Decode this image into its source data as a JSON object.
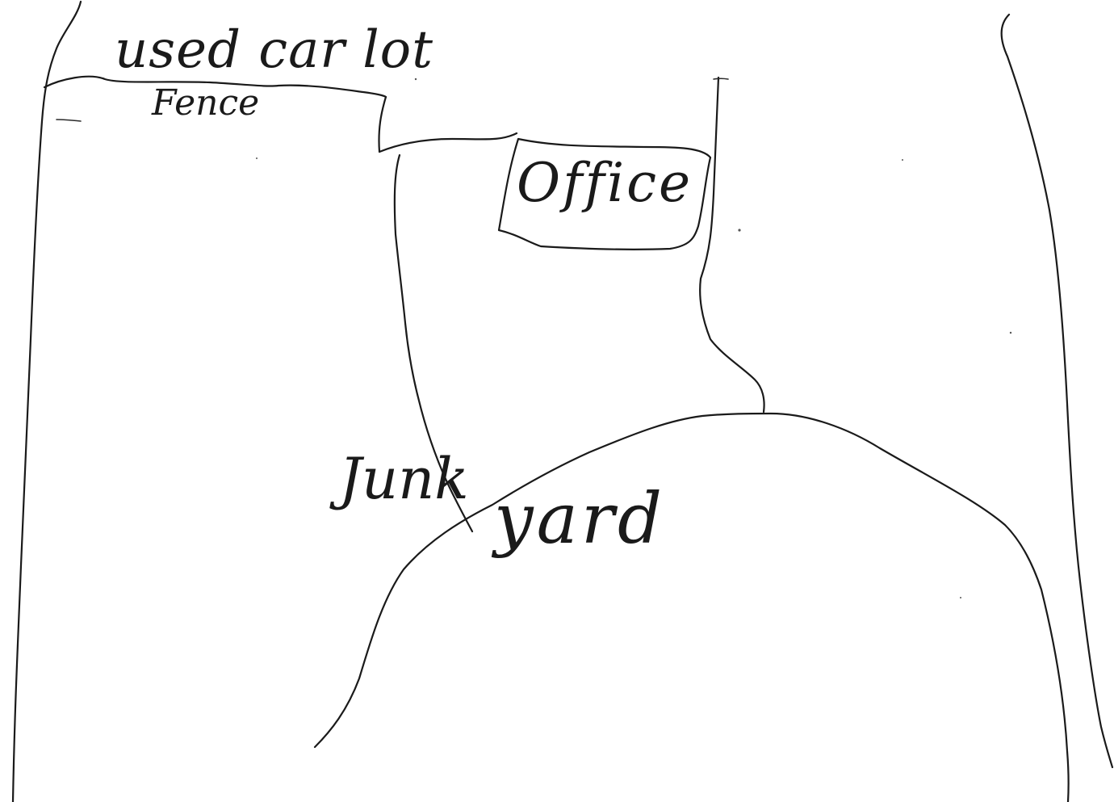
{
  "labels": {
    "used_car_lot": "used car lot",
    "fence": "Fence",
    "office": "Office",
    "junk": "Junk",
    "yard": "yard"
  },
  "colors": {
    "ink": "#1a1a1a",
    "paper": "#ffffff"
  }
}
